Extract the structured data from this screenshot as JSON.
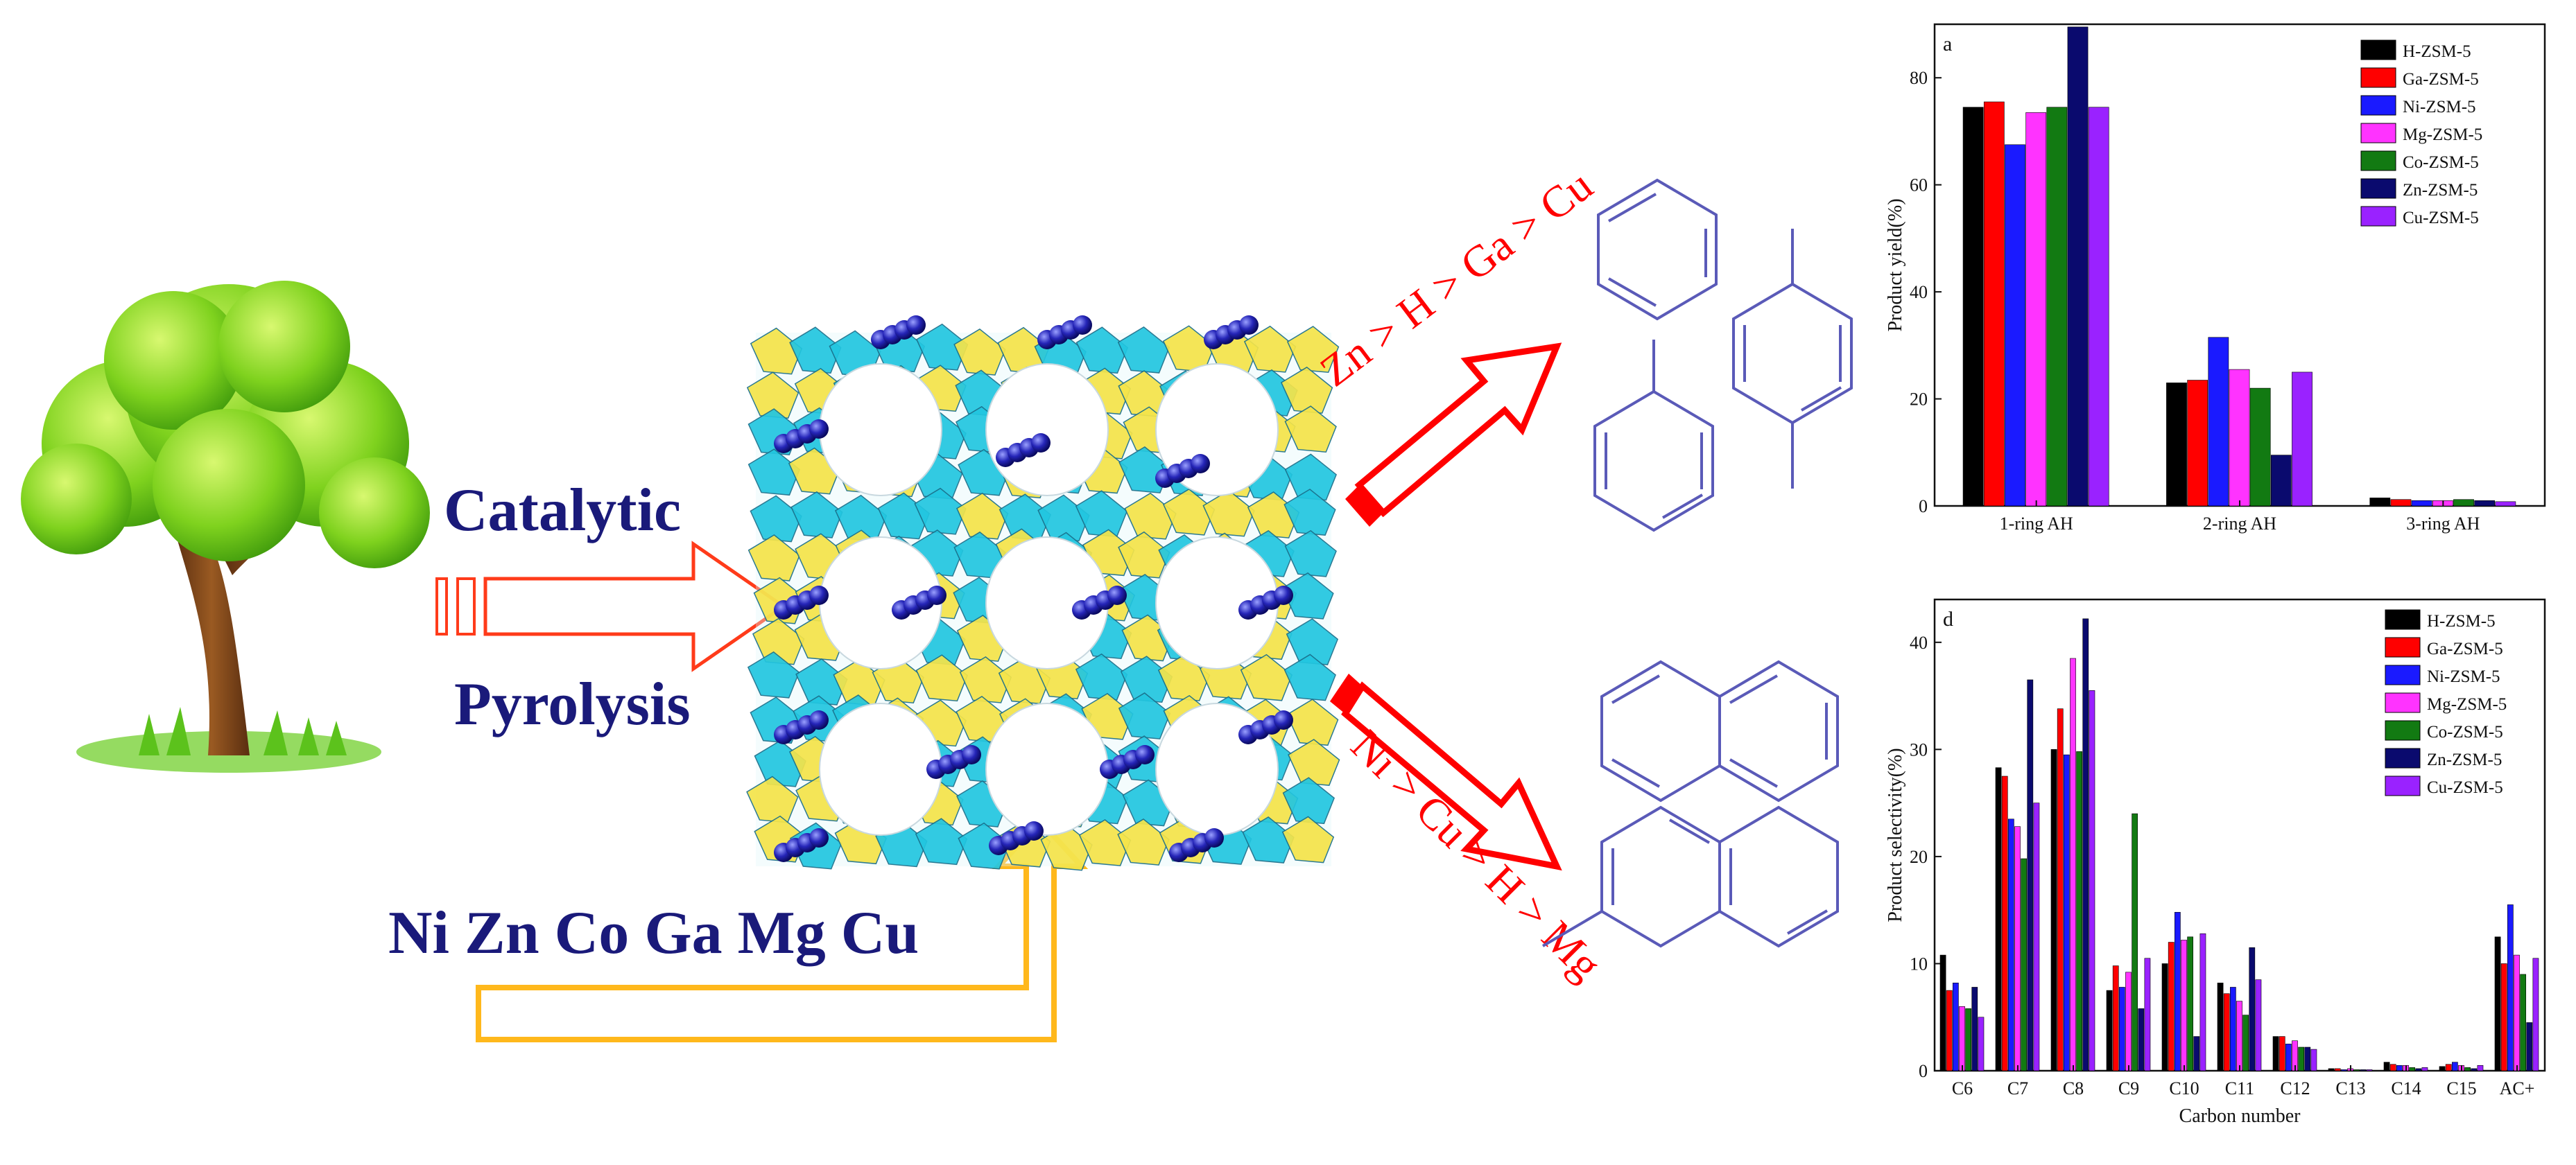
{
  "labels": {
    "catalytic": "Catalytic",
    "pyrolysis": "Pyrolysis",
    "metals": "Ni Zn Co Ga Mg Cu",
    "order_top": "Zn > H > Ga > Cu",
    "order_bottom": "Ni > Cu > H > Mg"
  },
  "colors": {
    "navy_text": "#1a1a7a",
    "red": "#ff0000",
    "orange": "#ffb81c",
    "cyan": "#22c6e0",
    "yellow": "#f4e44a",
    "sphere": "#2020b0",
    "ring_stroke": "#5a5ab8"
  },
  "series_colors": [
    "#000000",
    "#ff0000",
    "#1a1aff",
    "#ff33ff",
    "#127a12",
    "#0a0a6e",
    "#9a22ff"
  ],
  "chart_data": [
    {
      "type": "bar",
      "panel": "a",
      "title": "",
      "xlabel": "",
      "ylabel": "Product yield(%)",
      "ylim": [
        0,
        90
      ],
      "yticks": [
        0,
        20,
        40,
        60,
        80
      ],
      "categories": [
        "1-ring AH",
        "2-ring AH",
        "3-ring AH"
      ],
      "legend_position": "top-right",
      "series": [
        {
          "name": "H-ZSM-5",
          "values": [
            74.5,
            23,
            1.5
          ]
        },
        {
          "name": "Ga-ZSM-5",
          "values": [
            75.5,
            23.5,
            1.2
          ]
        },
        {
          "name": "Ni-ZSM-5",
          "values": [
            67.5,
            31.5,
            1
          ]
        },
        {
          "name": "Mg-ZSM-5",
          "values": [
            73.5,
            25.5,
            1
          ]
        },
        {
          "name": "Co-ZSM-5",
          "values": [
            74.5,
            22,
            1.2
          ]
        },
        {
          "name": "Zn-ZSM-5",
          "values": [
            89.5,
            9.5,
            1
          ]
        },
        {
          "name": "Cu-ZSM-5",
          "values": [
            74.5,
            25,
            0.8
          ]
        }
      ]
    },
    {
      "type": "bar",
      "panel": "d",
      "title": "",
      "xlabel": "Carbon number",
      "ylabel": "Product selectivity(%)",
      "ylim": [
        0,
        44
      ],
      "yticks": [
        0,
        10,
        20,
        30,
        40
      ],
      "categories": [
        "C6",
        "C7",
        "C8",
        "C9",
        "C10",
        "C11",
        "C12",
        "C13",
        "C14",
        "C15",
        "AC+"
      ],
      "legend_position": "top-right",
      "series": [
        {
          "name": "H-ZSM-5",
          "values": [
            10.8,
            28.3,
            30,
            7.5,
            10,
            8.2,
            3.2,
            0.2,
            0.8,
            0.4,
            12.5
          ]
        },
        {
          "name": "Ga-ZSM-5",
          "values": [
            7.5,
            27.5,
            33.8,
            9.8,
            12,
            7.2,
            3.2,
            0.2,
            0.6,
            0.6,
            10
          ]
        },
        {
          "name": "Ni-ZSM-5",
          "values": [
            8.2,
            23.5,
            29.5,
            7.8,
            14.8,
            7.8,
            2.5,
            0.1,
            0.5,
            0.8,
            15.5
          ]
        },
        {
          "name": "Mg-ZSM-5",
          "values": [
            6,
            22.8,
            38.5,
            9.2,
            12.2,
            6.5,
            2.8,
            0.2,
            0.5,
            0.5,
            10.8
          ]
        },
        {
          "name": "Co-ZSM-5",
          "values": [
            5.8,
            19.8,
            29.8,
            24,
            12.5,
            5.2,
            2.2,
            0.1,
            0.3,
            0.3,
            9
          ]
        },
        {
          "name": "Zn-ZSM-5",
          "values": [
            7.8,
            36.5,
            42.2,
            5.8,
            3.2,
            11.5,
            2.2,
            0.1,
            0.2,
            0.2,
            4.5
          ]
        },
        {
          "name": "Cu-ZSM-5",
          "values": [
            5,
            25,
            35.5,
            10.5,
            12.8,
            8.5,
            2,
            0.1,
            0.3,
            0.5,
            10.5
          ]
        }
      ]
    }
  ],
  "panel_letters": [
    "a",
    "d"
  ]
}
